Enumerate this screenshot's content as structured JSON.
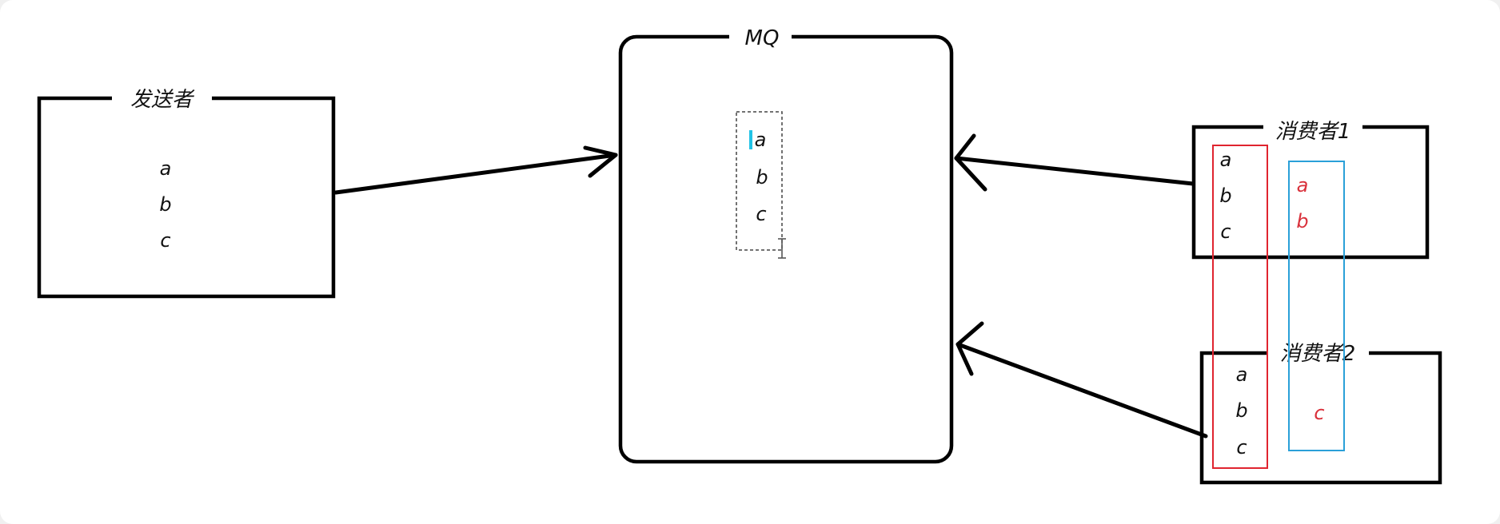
{
  "sender": {
    "title": "发送者",
    "messages": [
      "a",
      "b",
      "c"
    ]
  },
  "mq": {
    "title": "MQ",
    "messages": [
      "a",
      "b",
      "c"
    ]
  },
  "consumer1": {
    "title": "消费者1",
    "messages": [
      "a",
      "b",
      "c"
    ],
    "highlighted_messages": [
      "a",
      "b"
    ]
  },
  "consumer2": {
    "title": "消费者2",
    "messages": [
      "a",
      "b",
      "c"
    ],
    "highlighted_messages": [
      "c"
    ]
  },
  "colors": {
    "red_group": "#e0242f",
    "blue_group": "#2aa0d8",
    "highlight_text": "#d9303a",
    "selection_box": "#444444"
  },
  "icons": {
    "cursor": "text-cursor-icon"
  }
}
